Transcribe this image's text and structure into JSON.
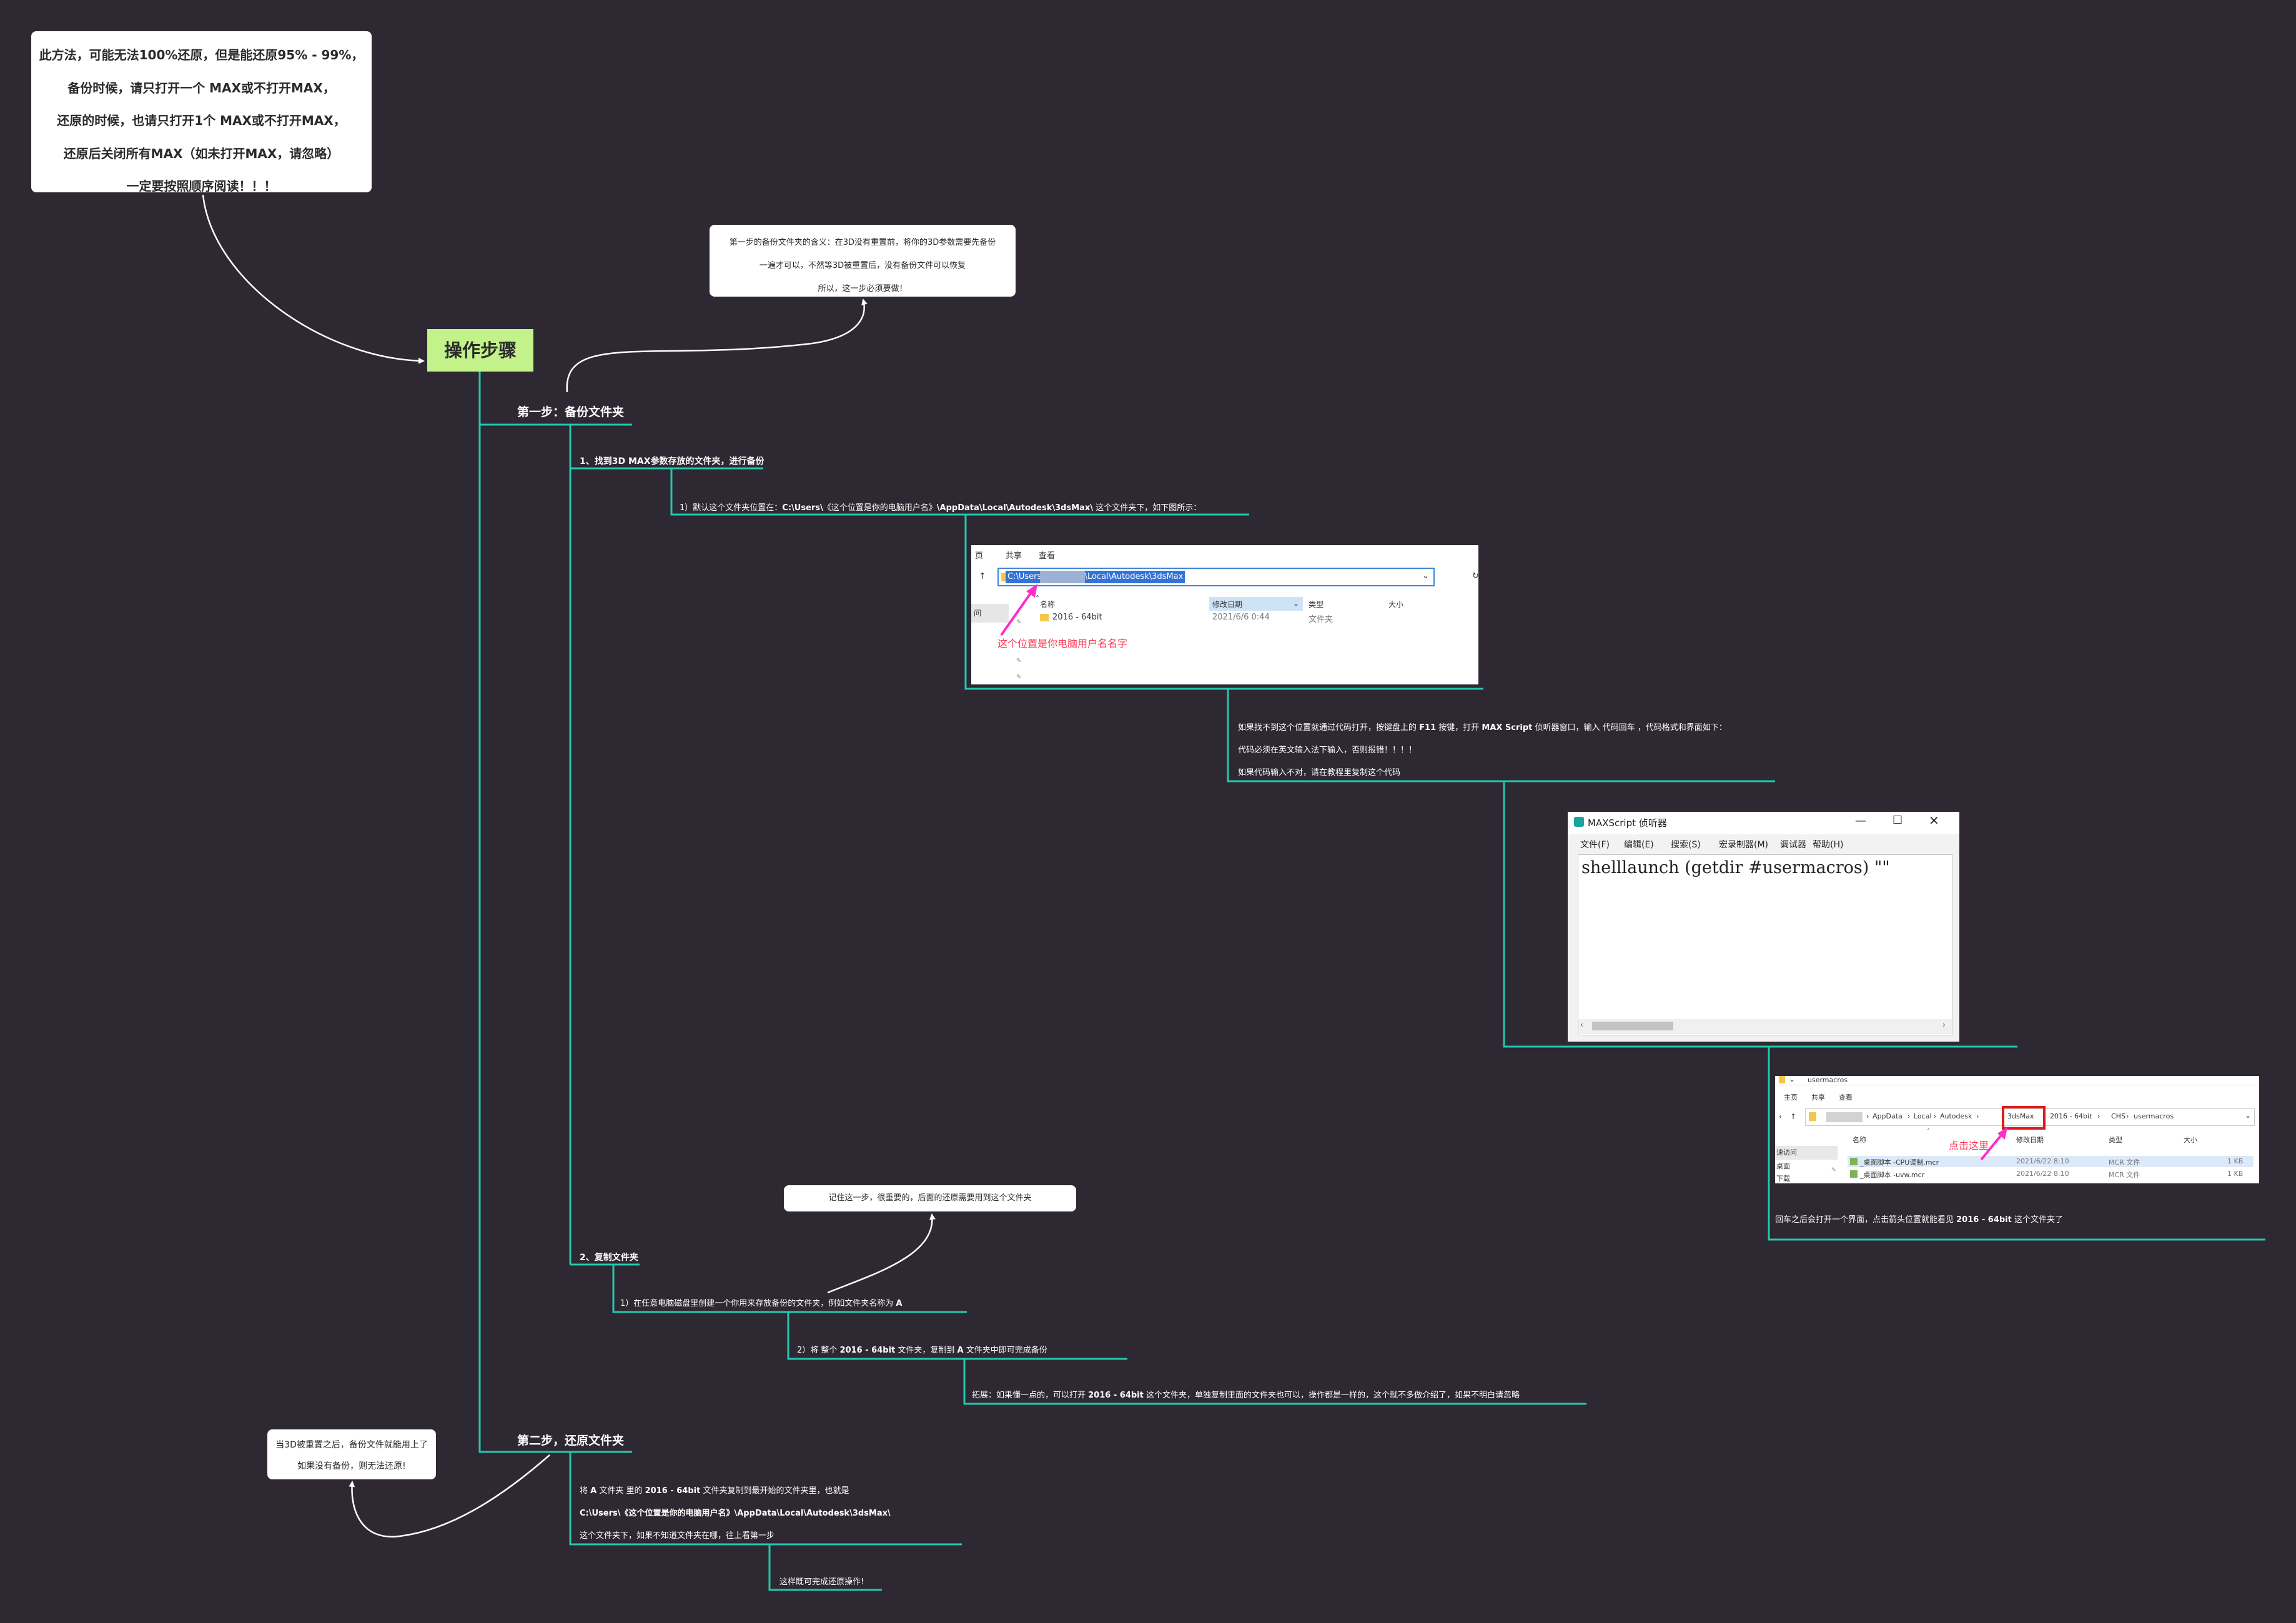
{
  "colors": {
    "background": "#2d2832",
    "branch": "#22c9b0",
    "root_fill": "#c4f28a",
    "card": "#ffffff",
    "arrow": "#ffffff",
    "annotation": "#ff2ec8"
  },
  "intro": {
    "lines": [
      "此方法，可能无法100%还原，但是能还原95% - 99%，",
      "备份时候，请只打开一个 MAX或不打开MAX，",
      "还原的时候，也请只打开1个 MAX或不打开MAX，",
      "还原后关闭所有MAX（如未打开MAX，请忽略）",
      "一定要按照顺序阅读！！！"
    ]
  },
  "root": {
    "label": "操作步骤"
  },
  "step1": {
    "title": "第一步：备份文件夹",
    "note": [
      "第一步的备份文件夹的含义：在3D没有重置前，将你的3D参数需要先备份",
      "一遍才可以，不然等3D被重置后，没有备份文件可以恢复",
      "所以，这一步必须要做！"
    ],
    "item1": {
      "label": "1、找到3D MAX参数存放的文件夹，进行备份",
      "sub1": {
        "pre": "1）默认这个文件夹位置在：",
        "path_a": "C:\\Users\\",
        "mid": "《这个位置是你的电脑用户名》",
        "path_b": "\\AppData\\Local\\Autodesk\\3dsMax\\",
        "post": " 这个文件夹下，如下图所示："
      },
      "tip": {
        "lines": [
          {
            "a": "如果找不到这个位置就通过代码打开，按键盘上的 ",
            "b": "F11",
            "c": " 按键，打开 ",
            "d": "MAX Script",
            "e": " 侦听器窗口，输入 代码回车 ，代码格式和界面如下："
          },
          {
            "a": "代码必须在英文输入法下输入，否则报错！！！！"
          },
          {
            "a": "如果代码输入不对，请在教程里复制这个代码"
          }
        ]
      },
      "result": {
        "a": "回车之后会打开一个界面，点击箭头位置就能看见 ",
        "b": "2016 - 64bit",
        "c": " 这个文件夹了"
      }
    },
    "item2": {
      "label": "2、复制文件夹",
      "note": "记住这一步，很重要的，后面的还原需要用到这个文件夹",
      "sub1": {
        "a": "1）在任意电脑磁盘里创建一个你用来存放备份的文件夹，例如文件夹名称为 ",
        "b": "A"
      },
      "sub2": {
        "a": "2）将 整个 ",
        "b": "2016 - 64bit",
        "c": " 文件夹，复制到 ",
        "d": "A",
        "e": " 文件夹中即可完成备份"
      },
      "sub3": {
        "a": "拓展：如果懂一点的，可以打开 ",
        "b": "2016 - 64bit",
        "c": " 这个文件夹，单独复制里面的文件夹也可以，操作都是一样的，这个就不多做介绍了，如果不明白请忽略"
      }
    }
  },
  "step2": {
    "title": "第二步，还原文件夹",
    "note": [
      "当3D被重置之后，备份文件就能用上了",
      "如果没有备份，则无法还原!"
    ],
    "text": {
      "l1": {
        "a": "将 ",
        "b": "A",
        "c": " 文件夹 里的 ",
        "d": "2016 - 64bit",
        "e": " 文件夹复制到最开始的文件夹里，也就是"
      },
      "l2": "C:\\Users\\《这个位置是你的电脑用户名》\\AppData\\Local\\Autodesk\\3dsMax\\",
      "l3": "这个文件夹下，如果不知道文件夹在哪，往上看第一步"
    },
    "done": "这样既可完成还原操作!"
  },
  "shot1": {
    "menu": [
      "页",
      "共享",
      "查看"
    ],
    "address": "C:\\Users\\        \\AppData\\Local\\Autodesk\\3dsMax",
    "columns": [
      "名称",
      "修改日期",
      "类型",
      "大小"
    ],
    "row": {
      "name": "2016 - 64bit",
      "date": "2021/6/6 0:44",
      "type": "文件夹"
    },
    "side": "问",
    "annotation": "这个位置是你电脑用户名名字"
  },
  "shot2": {
    "title": "MAXScript 侦听器",
    "menu": [
      "文件(F)",
      "编辑(E)",
      "搜索(S)",
      "宏录制器(M)",
      "调试器",
      "帮助(H)"
    ],
    "code": "shelllaunch (getdir #usermacros) \"\""
  },
  "shot3": {
    "title": "usermacros",
    "menu": [
      "主页",
      "共享",
      "查看"
    ],
    "crumbs": [
      "AppData",
      "Local",
      "Autodesk",
      "3dsMax",
      "2016 - 64bit",
      "CHS",
      "usermacros"
    ],
    "columns": [
      "名称",
      "修改日期",
      "类型",
      "大小"
    ],
    "rows": [
      {
        "name": "_桌面脚本 -CPU调制.mcr",
        "date": "2021/6/22 8:10",
        "type": "MCR 文件",
        "size": "1 KB"
      },
      {
        "name": "_桌面脚本 -uvw.mcr",
        "date": "2021/6/22 8:10",
        "type": "MCR 文件",
        "size": "1 KB"
      }
    ],
    "side": [
      "速访问",
      "桌面",
      "下载"
    ],
    "annotation": "点击这里"
  }
}
